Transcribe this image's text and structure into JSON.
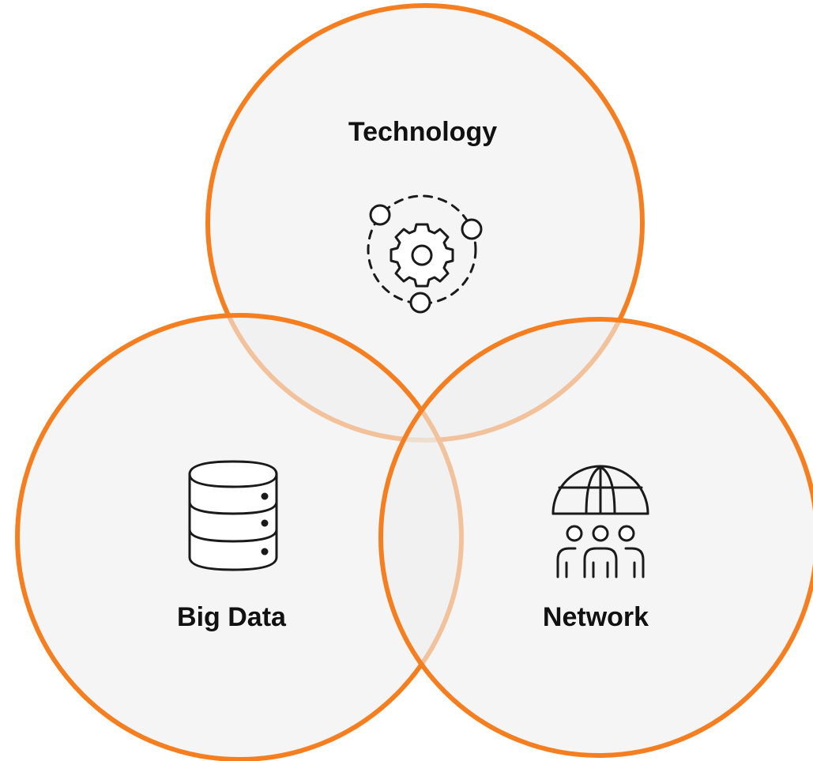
{
  "diagram": {
    "type": "venn",
    "stroke_color": "#F57F20",
    "fill_color": "#F4F4F4",
    "sets": [
      {
        "id": "technology",
        "label": "Technology",
        "icon": "gear-network-icon"
      },
      {
        "id": "big-data",
        "label": "Big Data",
        "icon": "database-icon"
      },
      {
        "id": "network",
        "label": "Network",
        "icon": "globe-people-icon"
      }
    ]
  }
}
